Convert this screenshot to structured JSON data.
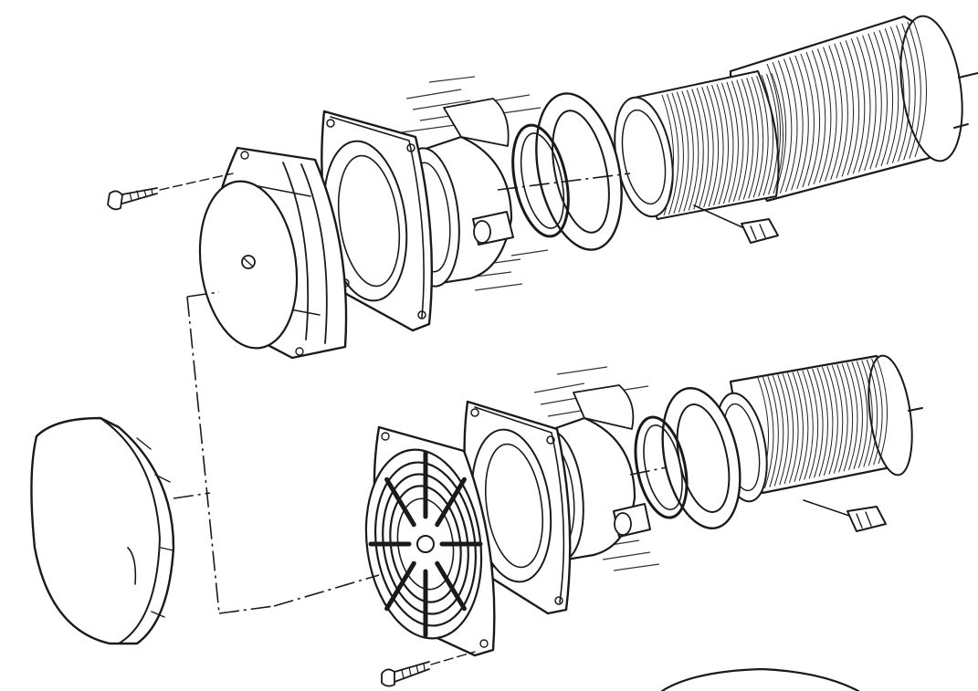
{
  "diagram": {
    "colors": {
      "ink": "#1a1a1a",
      "paper": "#ffffff"
    },
    "parts": [
      "upper-screw",
      "upper-cover-plate",
      "upper-mounting-flange",
      "upper-sleeve",
      "upper-snap-ring",
      "upper-flat-ring",
      "upper-hose",
      "upper-duct",
      "upper-bolt",
      "lower-cap",
      "lower-grille",
      "lower-mounting-flange",
      "lower-sleeve",
      "lower-snap-ring",
      "lower-flat-ring",
      "lower-hose",
      "lower-duct",
      "lower-bolt",
      "lower-screw"
    ],
    "cap_label": {
      "line1": "",
      "line2": ""
    }
  }
}
